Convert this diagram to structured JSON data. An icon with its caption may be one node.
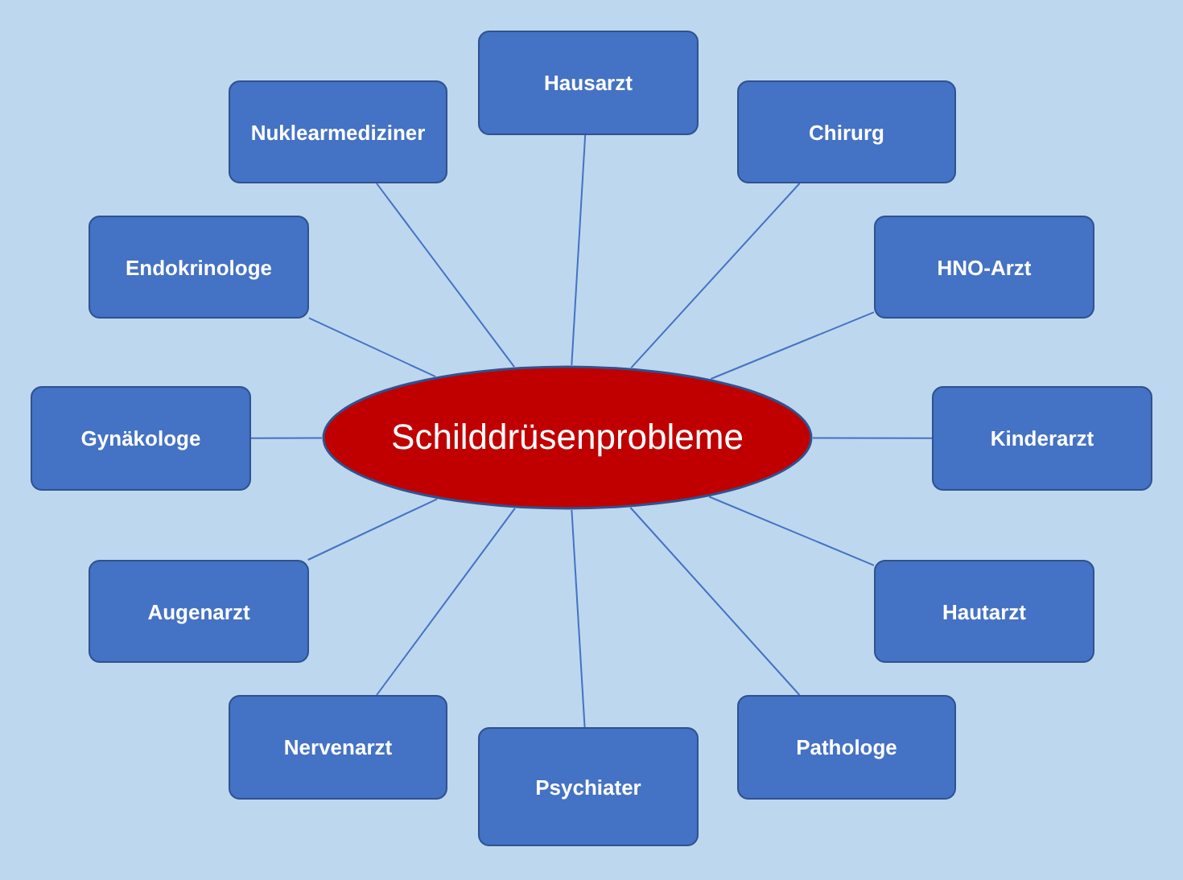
{
  "diagram": {
    "nodes": [
      {
        "text": [
          "Schilddrüsenprobleme"
        ]
      },
      {
        "text": [
          "Hausarzt"
        ]
      },
      {
        "text": [
          "Chirurg"
        ]
      },
      {
        "text": [
          "HNO-Arzt"
        ]
      },
      {
        "text": [
          "Kinderarzt"
        ]
      },
      {
        "text": [
          "Hautarzt"
        ]
      },
      {
        "text": [
          "Pathologe"
        ]
      },
      {
        "text": [
          "Psychiater"
        ]
      },
      {
        "text": [
          "Nervenarzt"
        ]
      },
      {
        "text": [
          "Augenarzt"
        ]
      },
      {
        "text": [
          "Gynäkologe"
        ]
      },
      {
        "text": [
          "Endokrinologe"
        ]
      },
      {
        "text": [
          "Nuklearmediziner"
        ]
      }
    ],
    "edges": [
      {
        "from": 0,
        "to": 1,
        "arrow": "none"
      },
      {
        "from": 0,
        "to": 2,
        "arrow": "none"
      },
      {
        "from": 0,
        "to": 3,
        "arrow": "none"
      },
      {
        "from": 0,
        "to": 4,
        "arrow": "none"
      },
      {
        "from": 0,
        "to": 5,
        "arrow": "none"
      },
      {
        "from": 0,
        "to": 6,
        "arrow": "none"
      },
      {
        "from": 0,
        "to": 7,
        "arrow": "none"
      },
      {
        "from": 0,
        "to": 8,
        "arrow": "none"
      },
      {
        "from": 0,
        "to": 9,
        "arrow": "none"
      },
      {
        "from": 0,
        "to": 10,
        "arrow": "none"
      },
      {
        "from": 0,
        "to": 11,
        "arrow": "none"
      },
      {
        "from": 0,
        "to": 12,
        "arrow": "none"
      }
    ]
  }
}
